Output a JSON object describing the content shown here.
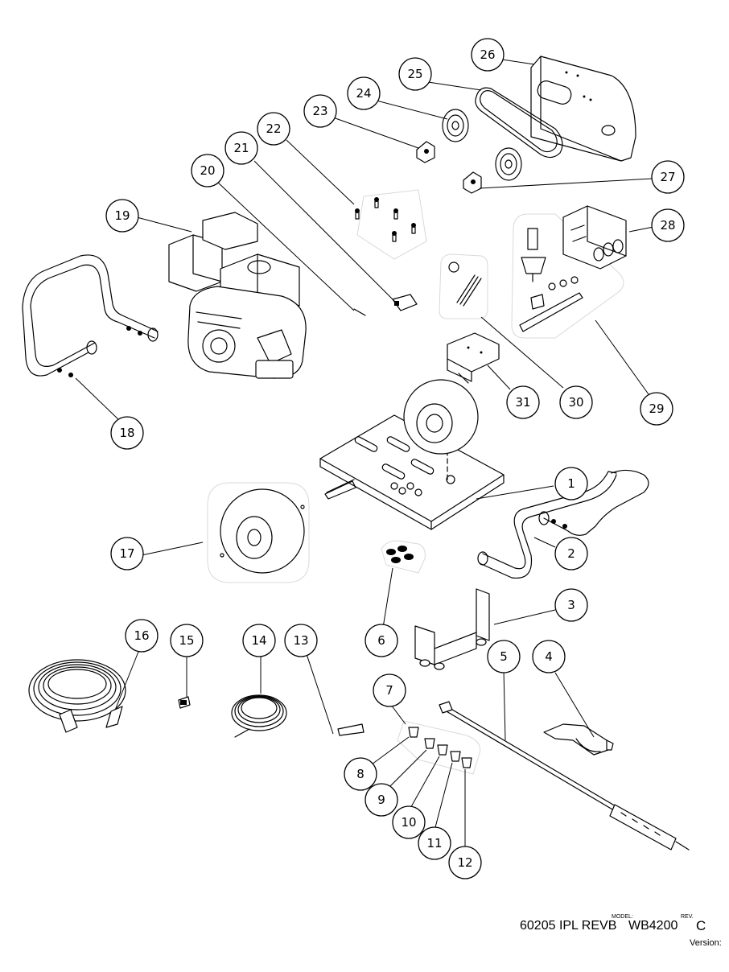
{
  "diagram": {
    "callouts": [
      "1",
      "2",
      "3",
      "4",
      "5",
      "6",
      "7",
      "8",
      "9",
      "10",
      "11",
      "12",
      "13",
      "14",
      "15",
      "16",
      "17",
      "18",
      "19",
      "20",
      "21",
      "22",
      "23",
      "24",
      "25",
      "26",
      "27",
      "28",
      "29",
      "30",
      "31"
    ]
  },
  "title_block": {
    "model_label": "MODEL:",
    "rev_label": "REV.",
    "document_number": "60205 IPL REVB",
    "model": "WB4200",
    "revision": "C",
    "version_label": "Version:"
  }
}
